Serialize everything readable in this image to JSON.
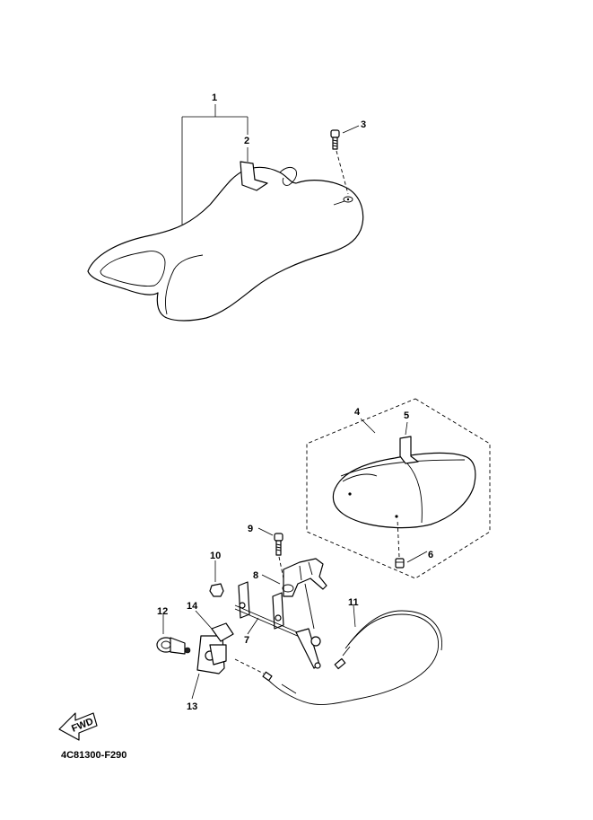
{
  "diagram": {
    "callouts": [
      {
        "id": "1",
        "label": "1"
      },
      {
        "id": "2",
        "label": "2"
      },
      {
        "id": "3",
        "label": "3"
      },
      {
        "id": "4",
        "label": "4"
      },
      {
        "id": "5",
        "label": "5"
      },
      {
        "id": "6",
        "label": "6"
      },
      {
        "id": "7",
        "label": "7"
      },
      {
        "id": "8",
        "label": "8"
      },
      {
        "id": "9",
        "label": "9"
      },
      {
        "id": "10",
        "label": "10"
      },
      {
        "id": "11",
        "label": "11"
      },
      {
        "id": "12",
        "label": "12"
      },
      {
        "id": "13",
        "label": "13"
      },
      {
        "id": "14",
        "label": "14"
      }
    ],
    "fwd_label": "FWD",
    "drawing_code": "4C81300-F290"
  }
}
